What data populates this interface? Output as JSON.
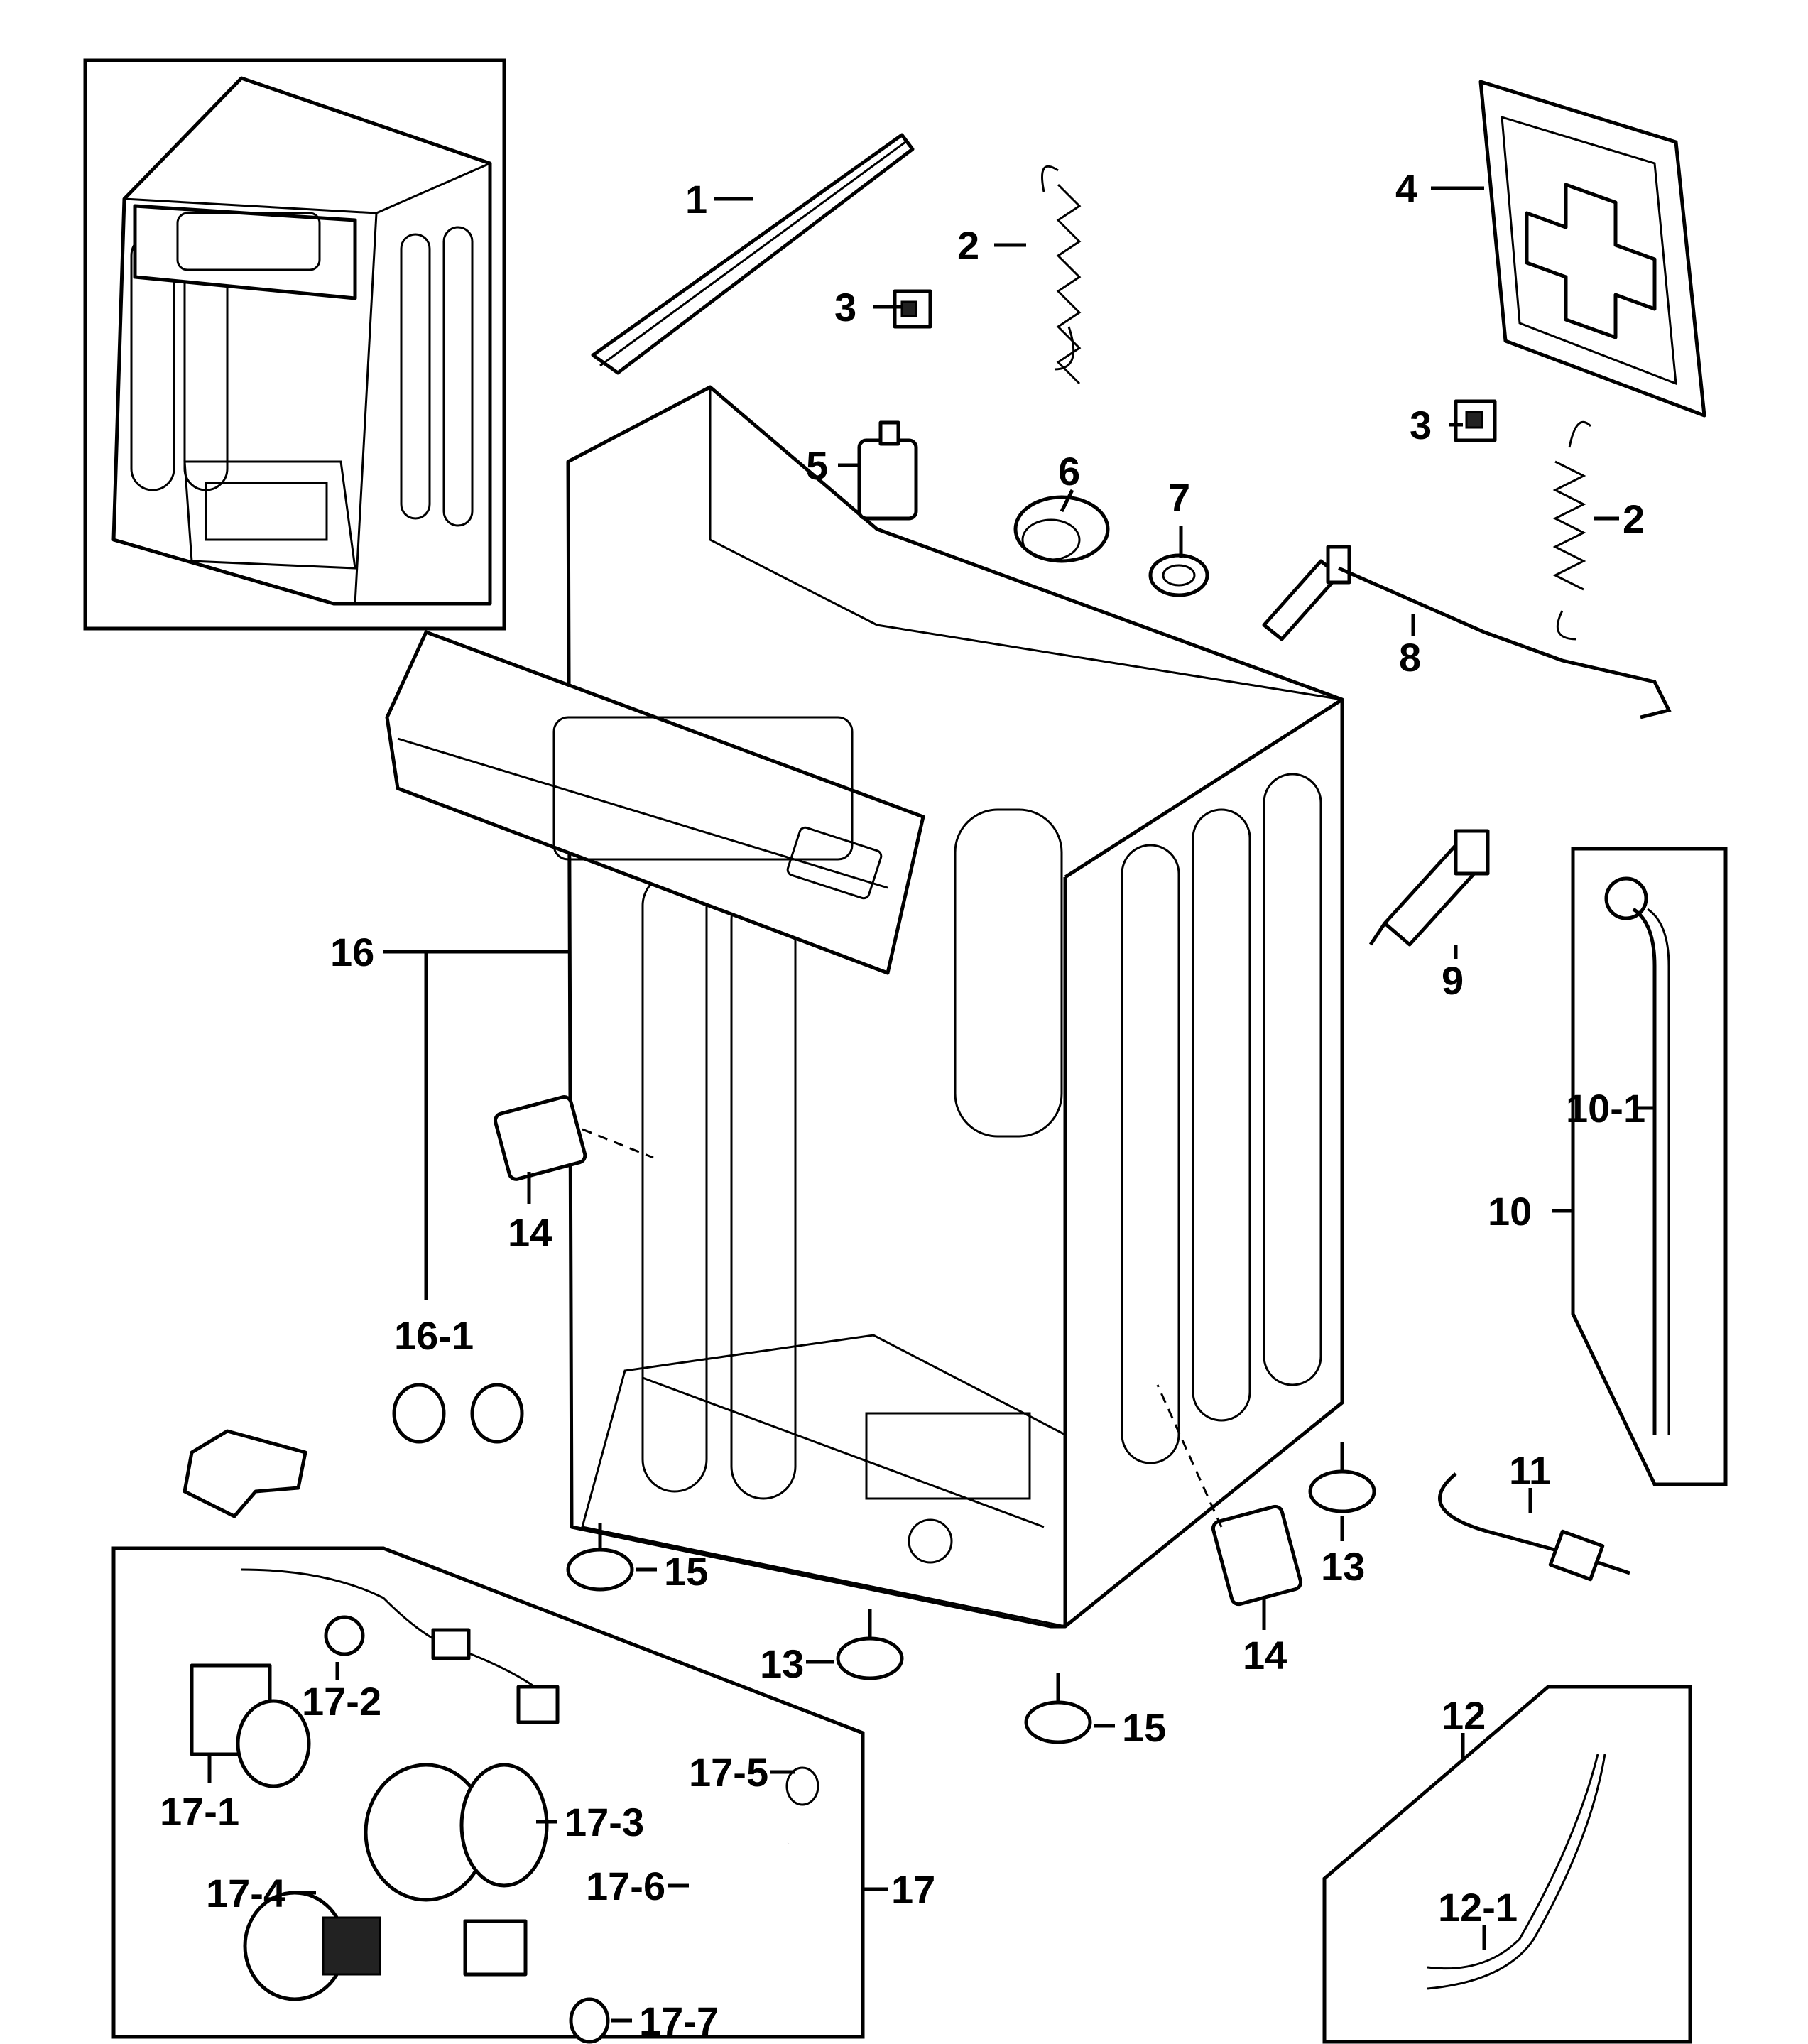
{
  "labels": {
    "p1": "1",
    "p2a": "2",
    "p2b": "2",
    "p3a": "3",
    "p3b": "3",
    "p4": "4",
    "p5": "5",
    "p6": "6",
    "p7": "7",
    "p8": "8",
    "p9": "9",
    "p10": "10",
    "p10_1": "10-1",
    "p11": "11",
    "p12": "12",
    "p12_1": "12-1",
    "p13a": "13",
    "p13b": "13",
    "p14a": "14",
    "p14b": "14",
    "p15a": "15",
    "p15b": "15",
    "p16": "16",
    "p16_1": "16-1",
    "p17": "17",
    "p17_1": "17-1",
    "p17_2": "17-2",
    "p17_3": "17-3",
    "p17_4": "17-4",
    "p17_5": "17-5",
    "p17_6": "17-6",
    "p17_7": "17-7"
  }
}
